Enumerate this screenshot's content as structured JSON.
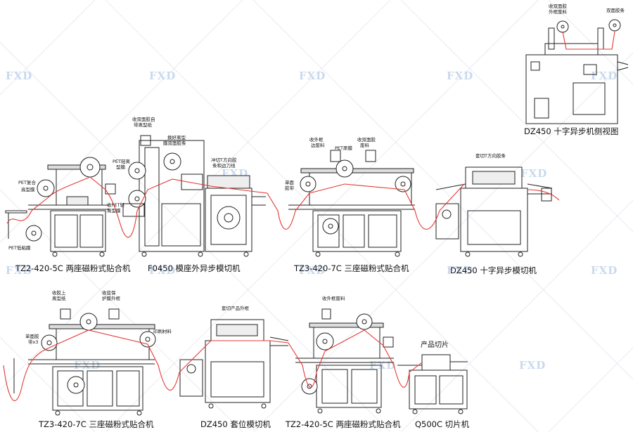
{
  "watermark": {
    "text": "FXD",
    "color": "#c9d9ee"
  },
  "colors": {
    "line": "#222222",
    "film": "#e53935",
    "lattice": "#d9dee7"
  },
  "machines": [
    {
      "caption": "TZ2-420-5C 两座磁粉式贴合机",
      "notes": [
        "PET复合",
        "高型膜",
        "PET低粘膜"
      ]
    },
    {
      "caption": "F0450 模座外异步模切机",
      "notes": [
        "收双面胶自",
        "带离型纸",
        "换好离型",
        "膜双面胶条",
        "PET轻离",
        "型膜",
        "收PET轻",
        "离型膜",
        "冲切T方向胶",
        "条和边刀线"
      ]
    },
    {
      "caption": "TZ3-420-7C 三座磁粉式贴合机",
      "notes": [
        "收外框",
        "边废料",
        "PET原膜",
        "收双面胶",
        "废料",
        "单面",
        "胶带"
      ]
    },
    {
      "caption": "DZ450 十字异步模切机",
      "notes": [
        "套切T方向胶条"
      ]
    },
    {
      "caption": "DZ450 十字异步机侧视图",
      "notes": [
        "收双面胶",
        "外框废料",
        "双面胶条"
      ]
    },
    {
      "caption": "TZ3-420-7C 三座磁粉式贴合机",
      "notes": [
        "收胶上",
        "离型纸",
        "收蓝保",
        "护膜外框",
        "单面胶",
        "带x3",
        "印刷材料"
      ]
    },
    {
      "caption": "DZ450 套位模切机",
      "notes": [
        "套切产品外框"
      ]
    },
    {
      "caption": "TZ2-420-5C 两座磁粉式贴合机",
      "notes": [
        "收外框废料"
      ]
    },
    {
      "caption": "Q500C 切片机",
      "notes": [
        "产品切片"
      ]
    }
  ]
}
